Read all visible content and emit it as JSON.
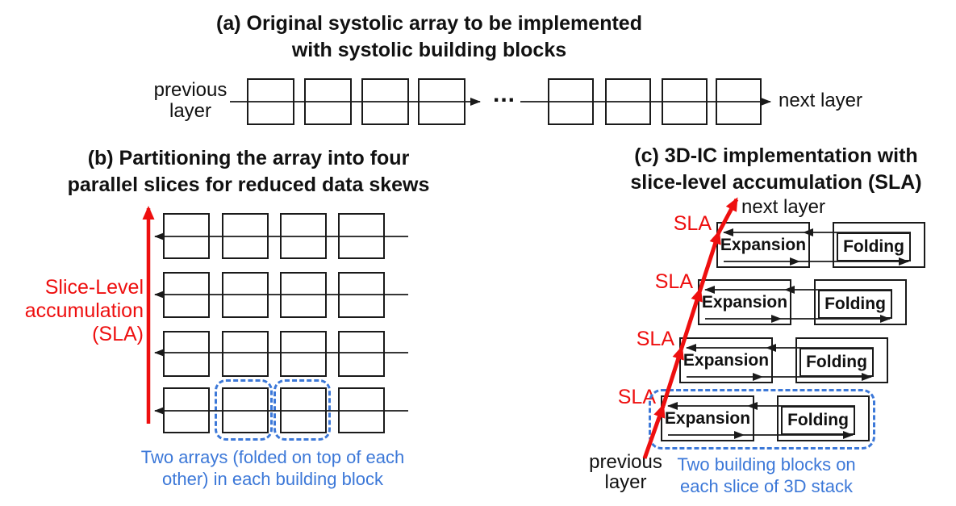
{
  "colors": {
    "red": "#ee0f0f",
    "blue": "#3c78d8",
    "line": "#1a1a1a"
  },
  "panel_a": {
    "title": "(a) Original systolic array to be implemented\nwith systolic building blocks",
    "previous_layer": "previous\nlayer",
    "next_layer": "next layer",
    "ellipsis": "...",
    "box_count": 8
  },
  "panel_b": {
    "title": "(b) Partitioning the array into four\nparallel slices for reduced data skews",
    "axis_label": "Slice-Level\naccumulation\n(SLA)",
    "caption": "Two arrays (folded on top of each\nother) in each building block",
    "grid_rows": 4,
    "grid_cols": 4
  },
  "panel_c": {
    "title": "(c) 3D-IC implementation with\nslice-level accumulation (SLA)",
    "next_layer": "next layer",
    "previous_layer": "previous\nlayer",
    "sla": "SLA",
    "expansion": "Expansion",
    "folding": "Folding",
    "caption": "Two building blocks on\neach slice of 3D stack",
    "slice_count": 4
  }
}
